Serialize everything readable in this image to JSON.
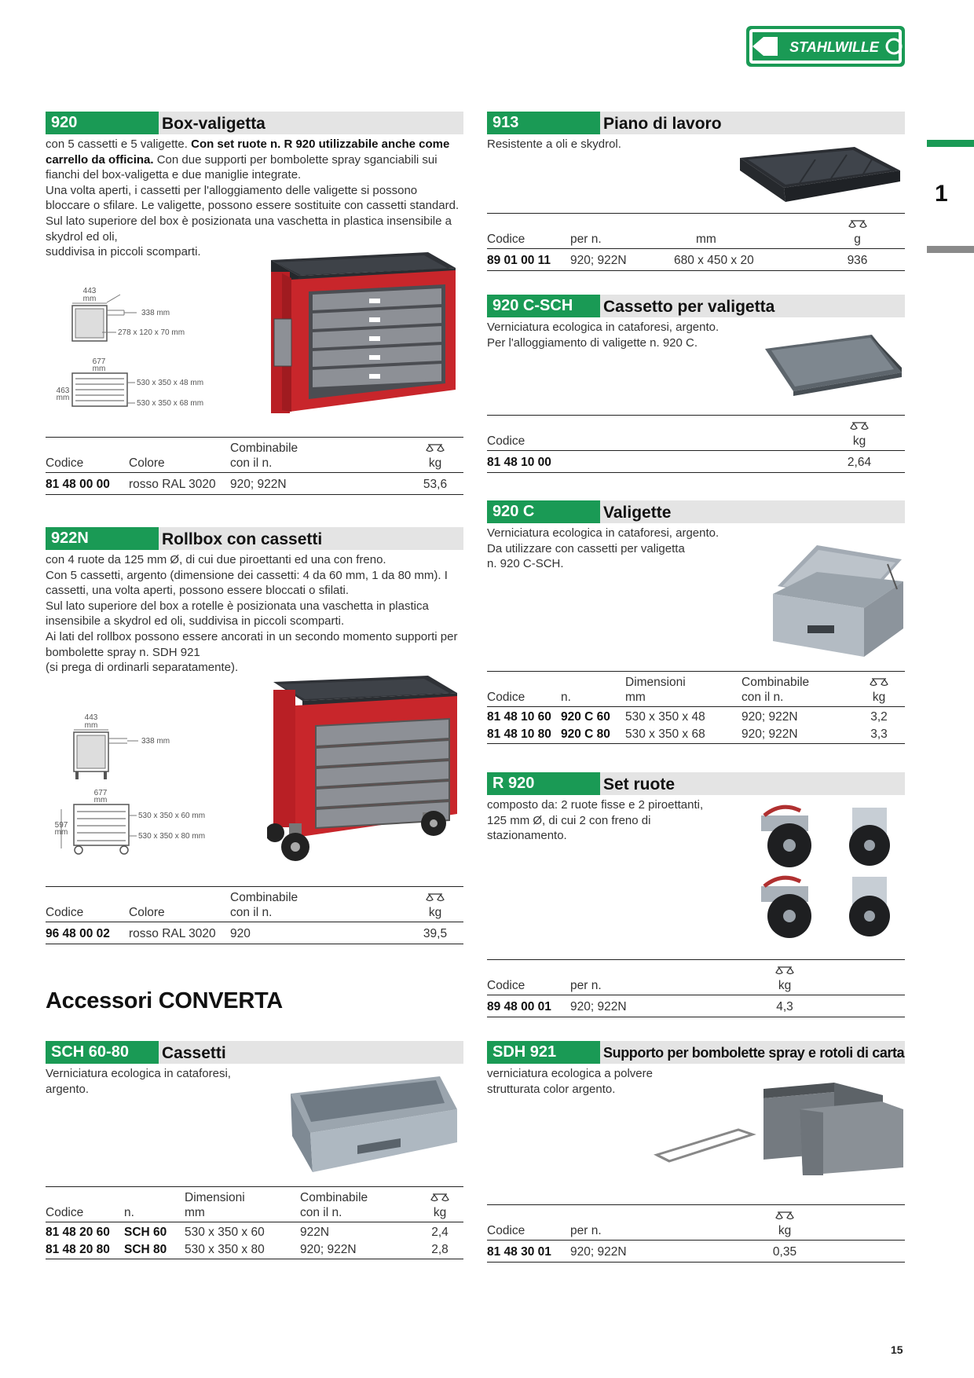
{
  "brand": {
    "logo_text": "STAHLWILLE"
  },
  "chapter_number": "1",
  "page_number": "15",
  "sections": {
    "box_valigetta": {
      "code": "920",
      "title": "Box-valigetta",
      "desc_1": "con 5 cassetti e 5 valigette. ",
      "desc_bold": "Con set ruote n. R 920 utilizzabile anche come carrello da officina.",
      "desc_2": " Con due supporti per bombolette spray sganciabili sui fianchi del box-valigetta e due maniglie integrate.",
      "desc_3": "Una volta aperti, i cassetti per l'alloggiamento delle valigette si possono bloccare o sfilare. Le valigette, possono essere sostituite con cassetti standard. Sul lato superiore del box è posizionata una vaschetta in plastica insensibile a skydrol ed oli,",
      "desc_4": "suddivisa in piccoli scomparti.",
      "dims": {
        "w_top": "443",
        "unit": "mm",
        "depth": "338 mm",
        "inner": "278 x 120 x 70 mm",
        "w_front": "677",
        "height": "463",
        "drawer_a": "530 x 350 x 48 mm",
        "drawer_b": "530 x 350 x 68 mm"
      },
      "table": {
        "headers": [
          "Codice",
          "Colore",
          "Combinabile\ncon il n.",
          "kg"
        ],
        "rows": [
          [
            "81 48 00 00",
            "rosso RAL 3020",
            "920; 922N",
            "53,6"
          ]
        ]
      }
    },
    "rollbox": {
      "code": "922N",
      "title": "Rollbox con cassetti",
      "desc": "con 4 ruote da 125 mm Ø, di cui due piroettanti ed una con freno.\nCon 5 cassetti, argento (dimensione dei cassetti: 4 da 60 mm, 1 da 80 mm). I cassetti, una volta aperti, possono essere bloccati o sfilati.\nSul lato superiore del box a rotelle è posizionata una vaschetta in plastica insensibile a skydrol ed oli, suddivisa in piccoli scomparti.\nAi lati del rollbox possono essere ancorati in un secondo momento supporti per bombolette spray n. SDH 921\n(si prega di ordinarli separatamente).",
      "dims": {
        "w_top": "443",
        "unit": "mm",
        "depth": "338 mm",
        "w_front": "677",
        "height": "597",
        "drawer_a": "530 x 350 x 60 mm",
        "drawer_b": "530 x 350 x 80 mm"
      },
      "table": {
        "headers": [
          "Codice",
          "Colore",
          "Combinabile\ncon il n.",
          "kg"
        ],
        "rows": [
          [
            "96 48 00 02",
            "rosso RAL 3020",
            "920",
            "39,5"
          ]
        ]
      }
    },
    "accessori_heading": "Accessori CONVERTA",
    "cassetti": {
      "code": "SCH 60-80",
      "title": "Cassetti",
      "desc": "Verniciatura ecologica in cataforesi,\nargento.",
      "table": {
        "headers": [
          "Codice",
          "n.",
          "Dimensioni\nmm",
          "Combinabile\ncon il n.",
          "kg"
        ],
        "rows": [
          [
            "81 48 20 60",
            "SCH 60",
            "530 x 350 x 60",
            "922N",
            "2,4"
          ],
          [
            "81 48 20 80",
            "SCH 80",
            "530 x 350 x 80",
            "920; 922N",
            "2,8"
          ]
        ]
      }
    },
    "piano": {
      "code": "913",
      "title": "Piano di lavoro",
      "desc": "Resistente a oli e skydrol.",
      "table": {
        "headers": [
          "Codice",
          "per n.",
          "mm",
          "g"
        ],
        "rows": [
          [
            "89 01 00 11",
            "920; 922N",
            "680 x 450 x 20",
            "936"
          ]
        ]
      }
    },
    "cassetto_valigetta": {
      "code": "920 C-SCH",
      "title": "Cassetto per valigetta",
      "desc": "Verniciatura ecologica in cataforesi, argento.\nPer l'alloggiamento di valigette n. 920 C.",
      "table": {
        "headers": [
          "Codice",
          "kg"
        ],
        "rows": [
          [
            "81 48 10 00",
            "2,64"
          ]
        ]
      }
    },
    "valigette": {
      "code": "920 C",
      "title": "Valigette",
      "desc": "Verniciatura ecologica in cataforesi, argento.\nDa utilizzare con cassetti per valigetta\nn. 920 C-SCH.",
      "table": {
        "headers": [
          "Codice",
          "n.",
          "Dimensioni\nmm",
          "Combinabile\ncon il n.",
          "kg"
        ],
        "rows": [
          [
            "81 48 10 60",
            "920 C 60",
            "530 x 350 x 48",
            "920; 922N",
            "3,2"
          ],
          [
            "81 48 10 80",
            "920 C 80",
            "530 x 350 x 68",
            "920; 922N",
            "3,3"
          ]
        ]
      }
    },
    "ruote": {
      "code": "R 920",
      "title": "Set ruote",
      "desc": "composto da: 2 ruote fisse e 2 piroettanti,\n125 mm Ø, di cui 2 con freno di\nstazionamento.",
      "table": {
        "headers": [
          "Codice",
          "per n.",
          "kg"
        ],
        "rows": [
          [
            "89 48 00 01",
            "920; 922N",
            "4,3"
          ]
        ]
      }
    },
    "supporto": {
      "code": "SDH 921",
      "title": "Supporto per bombolette spray e rotoli di carta",
      "desc": "verniciatura ecologica a polvere\nstrutturata color argento.",
      "table": {
        "headers": [
          "Codice",
          "per n.",
          "kg"
        ],
        "rows": [
          [
            "81 48 30 01",
            "920; 922N",
            "0,35"
          ]
        ]
      }
    }
  },
  "colors": {
    "brand_green": "#1a9a55",
    "header_grey": "#e4e4e4",
    "product_red": "#c8262b"
  }
}
